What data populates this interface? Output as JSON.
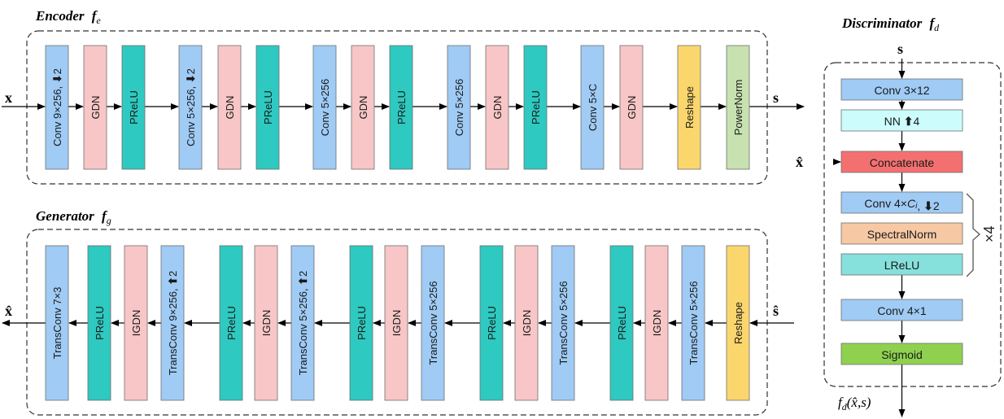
{
  "encoder": {
    "title": "Encoder",
    "title_sym": "f",
    "title_sub": "e",
    "input": "x",
    "output": "s",
    "blocks": [
      {
        "label": "Conv 9×256, ",
        "arrow": "down",
        "suffix": "2",
        "color": "#9fcbf5"
      },
      {
        "label": "GDN",
        "color": "#f8c6c6"
      },
      {
        "label": "PReLU",
        "color": "#2ec9c0"
      },
      {
        "label": "Conv 5×256, ",
        "arrow": "down",
        "suffix": "2",
        "color": "#9fcbf5"
      },
      {
        "label": "GDN",
        "color": "#f8c6c6"
      },
      {
        "label": "PReLU",
        "color": "#2ec9c0"
      },
      {
        "label": "Conv 5×256",
        "color": "#9fcbf5"
      },
      {
        "label": "GDN",
        "color": "#f8c6c6"
      },
      {
        "label": "PReLU",
        "color": "#2ec9c0"
      },
      {
        "label": "Conv 5×256",
        "color": "#9fcbf5"
      },
      {
        "label": "GDN",
        "color": "#f8c6c6"
      },
      {
        "label": "PReLU",
        "color": "#2ec9c0"
      },
      {
        "label": "Conv 5×C",
        "color": "#9fcbf5"
      },
      {
        "label": "GDN",
        "color": "#f8c6c6"
      },
      {
        "label": "Reshape",
        "color": "#fbd66d"
      },
      {
        "label": "PowerNorm",
        "color": "#c7e1b0"
      }
    ]
  },
  "generator": {
    "title": "Generator",
    "title_sym": "f",
    "title_sub": "g",
    "input": "ŝ",
    "output": "x̂",
    "blocks": [
      {
        "label": "TransConv 7×3",
        "color": "#9fcbf5"
      },
      {
        "label": "PReLU",
        "color": "#2ec9c0"
      },
      {
        "label": "IGDN",
        "color": "#f8c6c6"
      },
      {
        "label": "TransConv 9×256, ",
        "arrow": "up",
        "suffix": "2",
        "color": "#9fcbf5"
      },
      {
        "label": "PReLU",
        "color": "#2ec9c0"
      },
      {
        "label": "IGDN",
        "color": "#f8c6c6"
      },
      {
        "label": "TransConv 5×256, ",
        "arrow": "up",
        "suffix": "2",
        "color": "#9fcbf5"
      },
      {
        "label": "PReLU",
        "color": "#2ec9c0"
      },
      {
        "label": "IGDN",
        "color": "#f8c6c6"
      },
      {
        "label": "TransConv 5×256",
        "color": "#9fcbf5"
      },
      {
        "label": "PReLU",
        "color": "#2ec9c0"
      },
      {
        "label": "IGDN",
        "color": "#f8c6c6"
      },
      {
        "label": "TransConv 5×256",
        "color": "#9fcbf5"
      },
      {
        "label": "PReLU",
        "color": "#2ec9c0"
      },
      {
        "label": "IGDN",
        "color": "#f8c6c6"
      },
      {
        "label": "TransConv 5×256",
        "color": "#9fcbf5"
      },
      {
        "label": "Reshape",
        "color": "#fbd66d"
      }
    ]
  },
  "discriminator": {
    "title": "Discriminator",
    "title_sym": "f",
    "title_sub": "d",
    "input_top": "s",
    "side_input": "x̂",
    "output": "(x̂,s)",
    "output_sym": "f",
    "output_sub": "d",
    "repeat": "×4",
    "blocks": [
      {
        "label": "Conv 3×12",
        "color": "#9fcbf5"
      },
      {
        "label": "NN ",
        "arrow": "up",
        "suffix": "4",
        "color": "#ccfcfc"
      },
      {
        "label": "Concatenate",
        "color": "#f47070"
      },
      {
        "label": "Conv 4×",
        "italic": "C",
        "italic_sub": "i",
        "after": ", ",
        "arrow": "down",
        "suffix": "2",
        "color": "#9fcbf5"
      },
      {
        "label": "SpectralNorm",
        "color": "#f6c8a4"
      },
      {
        "label": "LReLU",
        "color": "#86e0dc"
      },
      {
        "label": "Conv 4×1",
        "color": "#9fcbf5"
      },
      {
        "label": "Sigmoid",
        "color": "#8fd14f"
      }
    ]
  }
}
